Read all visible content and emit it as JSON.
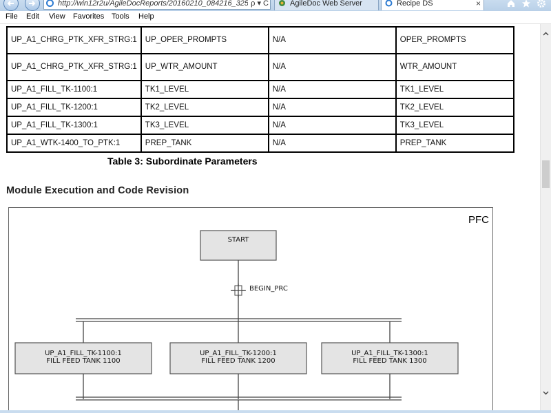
{
  "browser": {
    "address_url": "http://win12r2u/AgileDocReports/20160210_084216_325_",
    "address_controls": "ρ ▾ C",
    "tabs": [
      {
        "label": "AgileDoc Web Server"
      },
      {
        "label": "Recipe DS"
      }
    ],
    "close_glyph": "×",
    "toolbar_icons": [
      "home-icon",
      "star-icon",
      "gear-icon"
    ],
    "menu": [
      "File",
      "Edit",
      "View",
      "Favorites",
      "Tools",
      "Help"
    ]
  },
  "param_table": {
    "rows": [
      [
        "UP_A1_CHRG_PTK_XFR_STRG:1",
        "UP_OPER_PROMPTS",
        "N/A",
        "OPER_PROMPTS"
      ],
      [
        "UP_A1_CHRG_PTK_XFR_STRG:1",
        "UP_WTR_AMOUNT",
        "N/A",
        "WTR_AMOUNT"
      ],
      [
        "UP_A1_FILL_TK-1100:1",
        "TK1_LEVEL",
        "N/A",
        "TK1_LEVEL"
      ],
      [
        "UP_A1_FILL_TK-1200:1",
        "TK2_LEVEL",
        "N/A",
        "TK2_LEVEL"
      ],
      [
        "UP_A1_FILL_TK-1300:1",
        "TK3_LEVEL",
        "N/A",
        "TK3_LEVEL"
      ],
      [
        "UP_A1_WTK-1400_TO_PTK:1",
        "PREP_TANK",
        "N/A",
        "PREP_TANK"
      ]
    ]
  },
  "caption": "Table 3: Subordinate Parameters",
  "section_heading": "Module Execution and Code Revision",
  "pfc": {
    "label": "PFC",
    "start_step": "START",
    "transition": "BEGIN_PRC",
    "steps": [
      {
        "name": "UP_A1_FILL_TK-1100:1",
        "desc": "FILL FEED TANK 1100"
      },
      {
        "name": "UP_A1_FILL_TK-1200:1",
        "desc": "FILL FEED TANK 1200"
      },
      {
        "name": "UP_A1_FILL_TK-1300:1",
        "desc": "FILL FEED TANK 1300"
      }
    ]
  },
  "colors": {
    "browser_chrome": "#c9dcef",
    "step_fill": "#e4e4e4",
    "step_border": "#555555"
  }
}
